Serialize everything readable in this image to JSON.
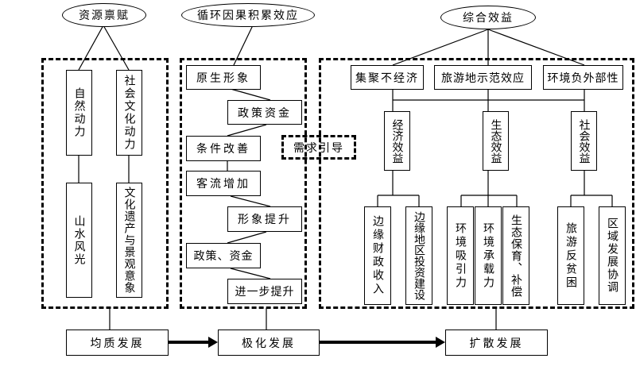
{
  "ovals": {
    "resource": "资源禀赋",
    "cumulative": "循环因果积累效应",
    "comprehensive": "综合效益"
  },
  "stage1": {
    "natural_power": "自然动力",
    "social_power": "社会文化动力",
    "landscape": "山水风光",
    "heritage": "文化遗产与景观意象"
  },
  "stage2": {
    "steps": [
      "原生形象",
      "政策资金",
      "条件改善",
      "客流增加",
      "形象提升",
      "政策、资金",
      "进一步提升"
    ],
    "demand": "需求引导"
  },
  "stage3": {
    "top": [
      "集聚不经济",
      "旅游地示范效应",
      "环境负外部性"
    ],
    "benefits": [
      "经济效益",
      "生态效益",
      "社会效益"
    ],
    "leaves": {
      "economic": [
        "边缘财政收入",
        "边缘地区投资建设"
      ],
      "ecological": [
        "环境吸引力",
        "环境承载力",
        "生态保育、补偿"
      ],
      "social": [
        "旅游反贫困",
        "区域发展协调"
      ]
    }
  },
  "phases": [
    "均质发展",
    "极化发展",
    "扩散发展"
  ]
}
